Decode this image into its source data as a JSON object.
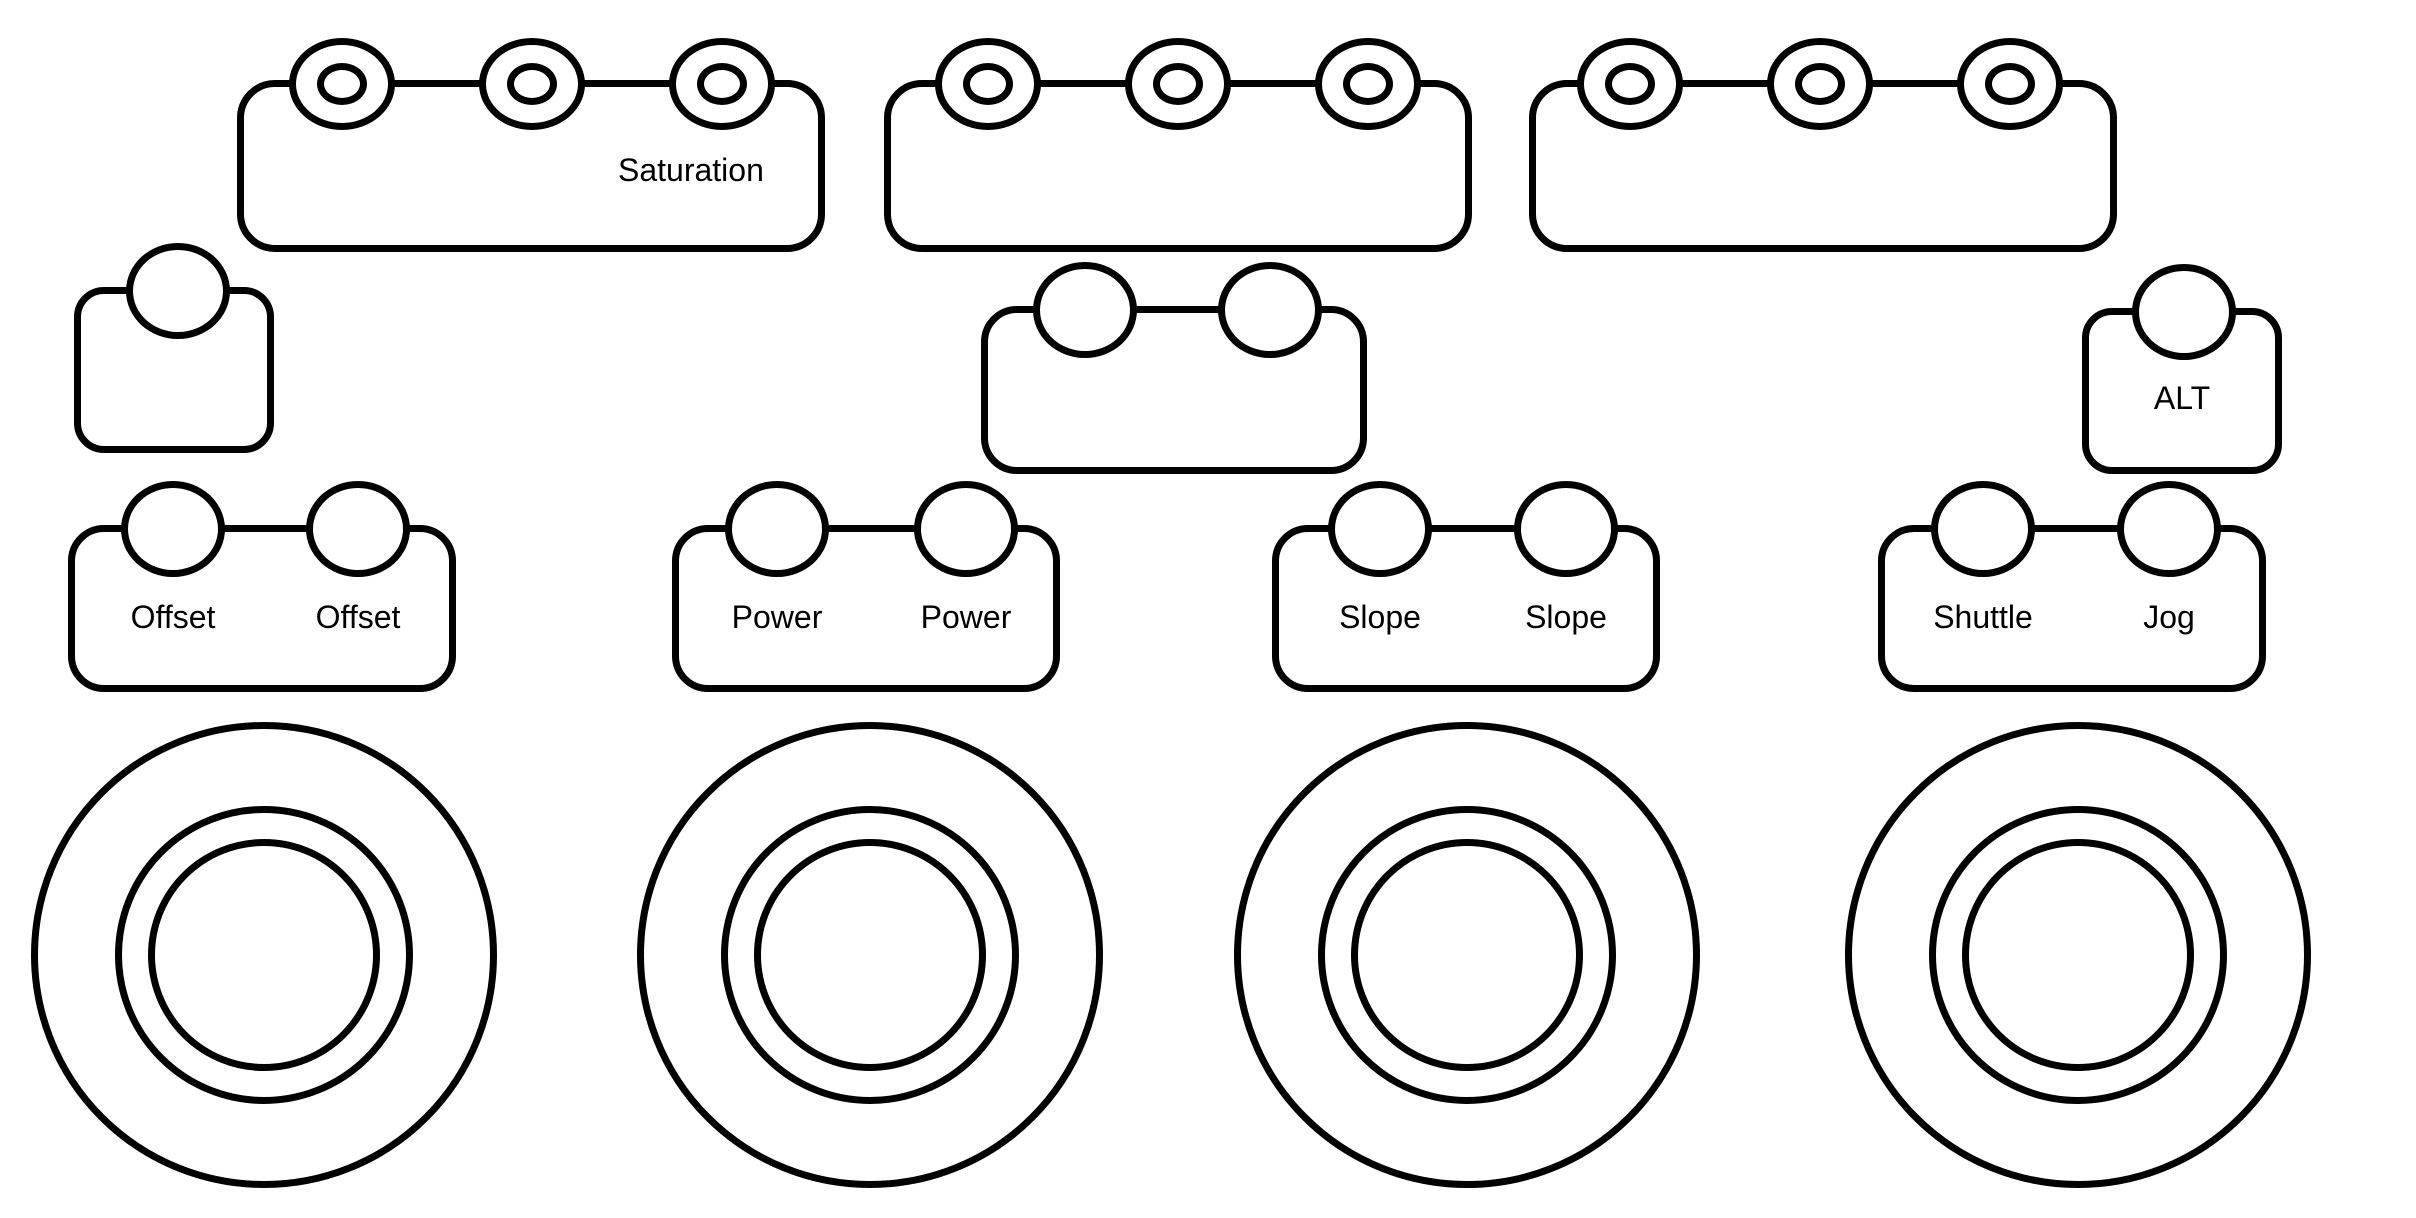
{
  "diagram": {
    "kind": "control-surface-panel-map",
    "background_color": "#ffffff",
    "stroke_color": "#000000"
  },
  "knob_banks": [
    {
      "id": "knob-bank-left",
      "knob_count": 3,
      "label": "Saturation"
    },
    {
      "id": "knob-bank-center",
      "knob_count": 3,
      "label": ""
    },
    {
      "id": "knob-bank-right",
      "knob_count": 3,
      "label": ""
    }
  ],
  "single_buttons": [
    {
      "id": "button-top-left",
      "label": ""
    },
    {
      "id": "button-alt",
      "label": "ALT"
    }
  ],
  "button_pairs": [
    {
      "id": "pair-center",
      "labels": [
        "",
        ""
      ]
    },
    {
      "id": "pair-offset",
      "labels": [
        "Offset",
        "Offset"
      ]
    },
    {
      "id": "pair-power",
      "labels": [
        "Power",
        "Power"
      ]
    },
    {
      "id": "pair-slope",
      "labels": [
        "Slope",
        "Slope"
      ]
    },
    {
      "id": "pair-shuttle-jog",
      "labels": [
        "Shuttle",
        "Jog"
      ]
    }
  ],
  "trackballs": [
    {
      "id": "trackball-1",
      "ring_count": 3
    },
    {
      "id": "trackball-2",
      "ring_count": 3
    },
    {
      "id": "trackball-3",
      "ring_count": 3
    },
    {
      "id": "trackball-4",
      "ring_count": 3
    }
  ]
}
